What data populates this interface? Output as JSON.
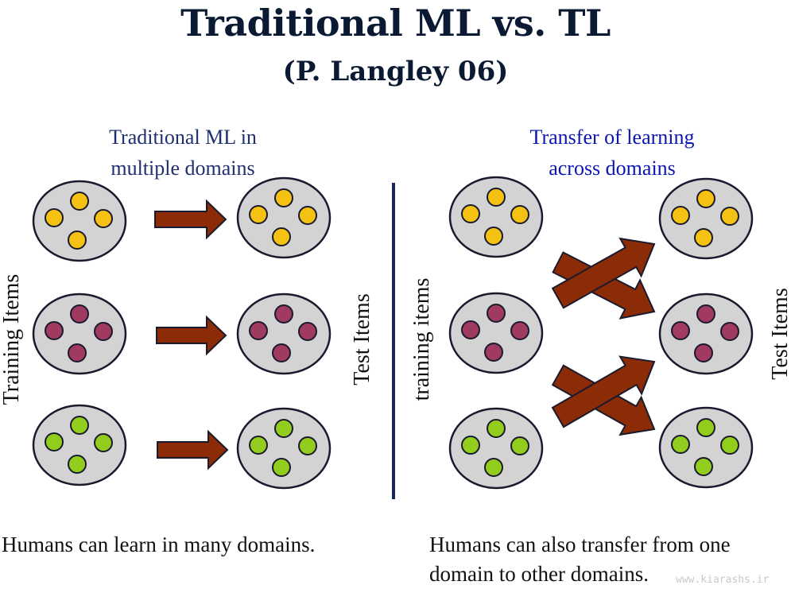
{
  "title": "Traditional ML vs. TL",
  "subtitle": "(P. Langley 06)",
  "left_panel": {
    "heading_line1": "Traditional ML in",
    "heading_line2": "multiple domains",
    "training_label": "Training Items",
    "test_label": "Test Items",
    "caption": "Humans can learn in many domains."
  },
  "right_panel": {
    "heading_line1": "Transfer of learning",
    "heading_line2": "across domains",
    "training_label": "training items",
    "test_label": "Test Items",
    "caption_line1": "Humans can also transfer from one",
    "caption_line2": "domain to other domains."
  },
  "watermark": "www.kiarashs.ir",
  "colors": {
    "title": "#0b1a33",
    "domain_fill": "#d3d3d3",
    "domain_stroke": "#1a1a2e",
    "arrow_fill": "#8b2c06",
    "divider": "#16285e",
    "domain_colors": [
      "#f5c113",
      "#a03a60",
      "#92cc1c"
    ]
  },
  "domains": [
    "yellow",
    "maroon",
    "green"
  ]
}
